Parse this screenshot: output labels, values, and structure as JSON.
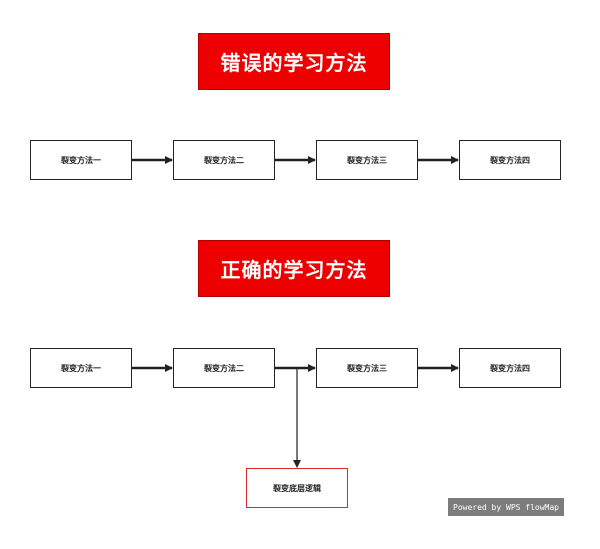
{
  "sections": {
    "wrong": {
      "title": "错误的学习方法",
      "nodes": [
        "裂变方法一",
        "裂变方法二",
        "裂变方法三",
        "裂变方法四"
      ]
    },
    "right": {
      "title": "正确的学习方法",
      "nodes": [
        "裂变方法一",
        "裂变方法二",
        "裂变方法三",
        "裂变方法四"
      ],
      "branch_node": "裂变底层逻辑"
    }
  },
  "watermark": "Powered by WPS flowMap",
  "colors": {
    "banner": "#ee0000",
    "node_border": "#222222",
    "branch_border": "#d62a2a",
    "badge": "#7d7d7d"
  }
}
